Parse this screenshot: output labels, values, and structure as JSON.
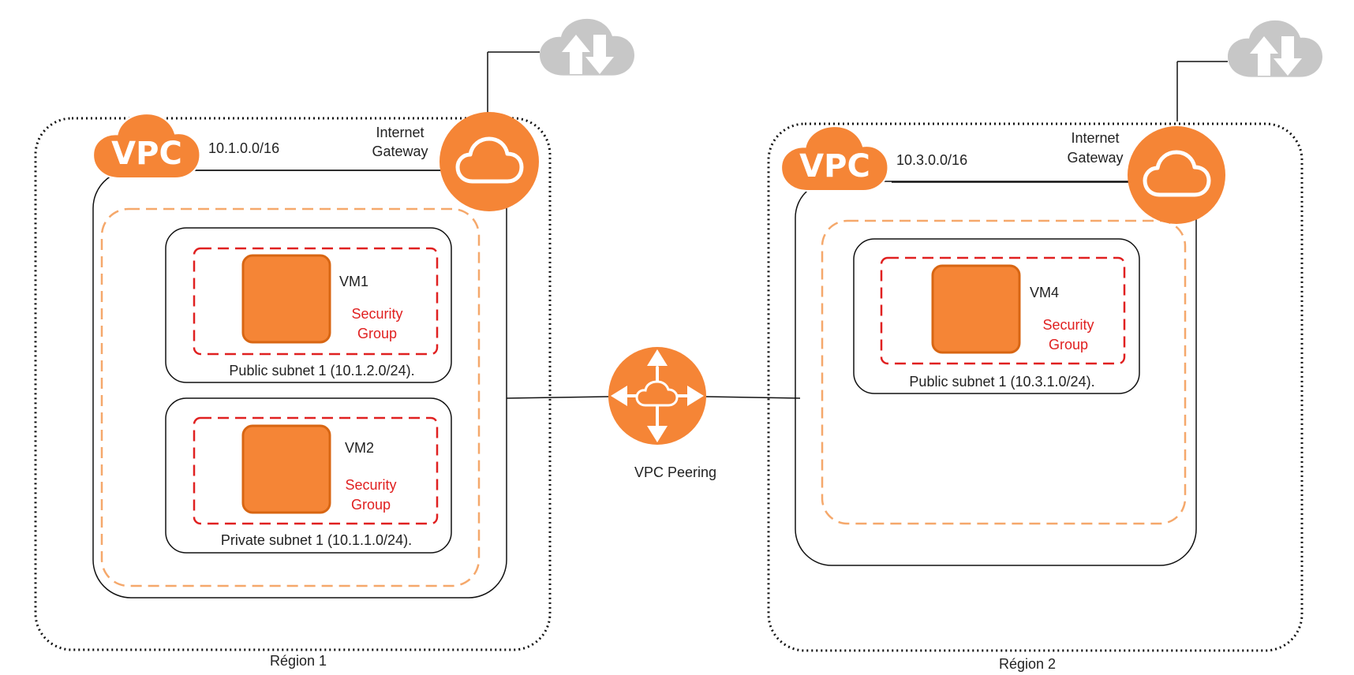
{
  "colors": {
    "orange": "#f58536",
    "orange_dark": "#d86613",
    "subnet_border": "#f5a86b",
    "security_group": "#e02020",
    "cloud_gray": "#c7c7c7",
    "line": "#111111"
  },
  "icons": {
    "vpc": "vpc-cloud-icon",
    "internet_gateway": "internet-gateway-icon",
    "internet": "internet-upload-download-cloud-icon",
    "instance": "ec2-instance-icon",
    "peering": "vpc-peering-router-icon"
  },
  "region1": {
    "label": "Région 1",
    "vpc_badge": "VPC",
    "vpc_cidr": "10.1.0.0/16",
    "igw_line1": "Internet",
    "igw_line2": "Gateway",
    "subnets": [
      {
        "label": "Public subnet 1 (10.1.2.0/24).",
        "vm": "VM1",
        "sg_line1": "Security",
        "sg_line2": "Group"
      },
      {
        "label": "Private subnet 1 (10.1.1.0/24).",
        "vm": "VM2",
        "sg_line1": "Security",
        "sg_line2": "Group"
      }
    ]
  },
  "region2": {
    "label": "Région 2",
    "vpc_badge": "VPC",
    "vpc_cidr": "10.3.0.0/16",
    "igw_line1": "Internet",
    "igw_line2": "Gateway",
    "subnets": [
      {
        "label": "Public subnet 1 (10.3.1.0/24).",
        "vm": "VM4",
        "sg_line1": "Security",
        "sg_line2": "Group"
      }
    ]
  },
  "peering": {
    "label": "VPC Peering"
  }
}
